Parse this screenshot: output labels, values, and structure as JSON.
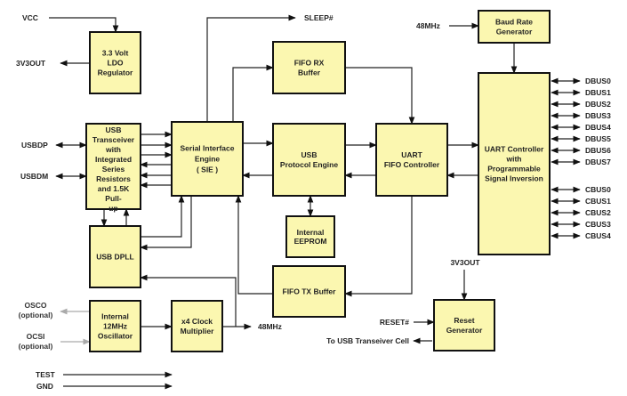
{
  "blocks": {
    "ldo": [
      "3.3 Volt",
      "LDO",
      "Regulator"
    ],
    "transceiver": [
      "USB",
      "Transceiver",
      "with",
      "Integrated",
      "Series",
      "Resistors",
      "and 1.5K",
      "Pull-",
      "up"
    ],
    "sie": [
      "Serial Interface",
      "Engine",
      "( SIE )"
    ],
    "fifo_rx": [
      "FIFO RX",
      "Buffer"
    ],
    "protocol_engine": [
      "USB",
      "Protocol Engine"
    ],
    "uart_fifo": [
      "UART",
      "FIFO Controller"
    ],
    "uart_ctrl": [
      "UART Controller",
      "with",
      "Programmable",
      "Signal Inversion"
    ],
    "baud": [
      "Baud Rate",
      "Generator"
    ],
    "eeprom": [
      "Internal",
      "EEPROM"
    ],
    "dpll": [
      "USB DPLL"
    ],
    "fifo_tx": [
      "FIFO TX Buffer"
    ],
    "osc": [
      "Internal",
      "12MHz",
      "Oscillator"
    ],
    "clock_mult": [
      "x4 Clock",
      "Multiplier"
    ],
    "reset": [
      "Reset",
      "Generator"
    ]
  },
  "signals": {
    "vcc": "VCC",
    "v3out_left": "3V3OUT",
    "usbdp": "USBDP",
    "usbdm": "USBDM",
    "sleep": "SLEEP#",
    "clk48_top": "48MHz",
    "clk48_bottom": "48MHz",
    "osco": [
      "OSCO",
      "(optional)"
    ],
    "ocsi": [
      "OCSI",
      "(optional)"
    ],
    "test": "TEST",
    "gnd": "GND",
    "v3out_right": "3V3OUT",
    "reset_in": "RESET#",
    "to_transceiver": "To USB Transeiver Cell",
    "dbus": [
      "DBUS0",
      "DBUS1",
      "DBUS2",
      "DBUS3",
      "DBUS4",
      "DBUS5",
      "DBUS6",
      "DBUS7"
    ],
    "cbus": [
      "CBUS0",
      "CBUS1",
      "CBUS2",
      "CBUS3",
      "CBUS4"
    ]
  },
  "colors": {
    "block_fill": "#fbf7b0",
    "optional_signal": "#aaaaaa"
  }
}
